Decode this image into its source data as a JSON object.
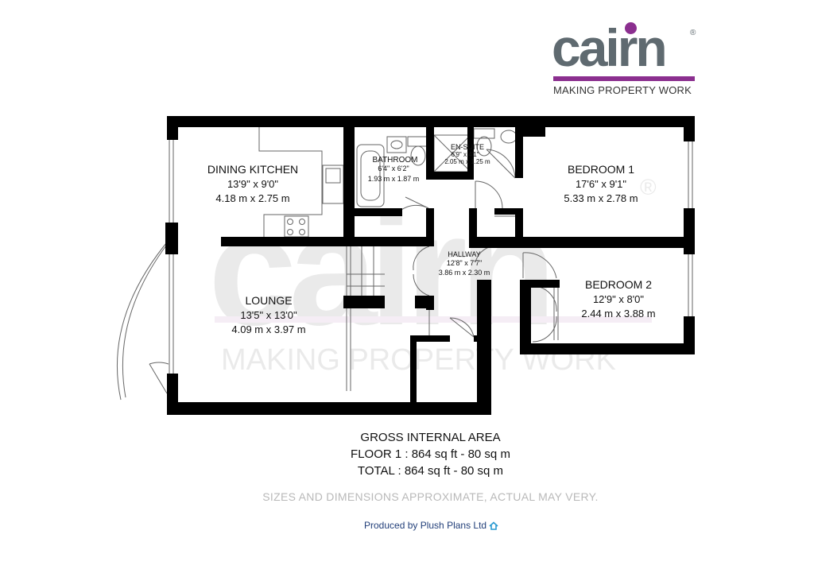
{
  "brand": {
    "logo_text": "cairn",
    "registered": "®",
    "tagline": "MAKING PROPERTY WORK",
    "purple": "#8b2f8f",
    "grey": "#5f6a70"
  },
  "watermark": {
    "logo_text": "cairn",
    "registered": "®",
    "tagline": "MAKING PROPERTY WORK"
  },
  "rooms": {
    "dining_kitchen": {
      "name": "DINING KITCHEN",
      "imperial": "13'9\" x 9'0\"",
      "metric": "4.18 m x 2.75 m"
    },
    "bathroom": {
      "name": "BATHROOM",
      "imperial": "6'4\" x 6'2\"",
      "metric": "1.93 m x 1.87 m"
    },
    "en_suite": {
      "name": "EN-SUITE",
      "imperial": "6'9\" x 4'1\"",
      "metric": "2.05 m x 1.25 m"
    },
    "bedroom1": {
      "name": "BEDROOM 1",
      "imperial": "17'6\" x 9'1\"",
      "metric": "5.33 m x 2.78 m"
    },
    "hallway": {
      "name": "HALLWAY",
      "imperial": "12'8\" x 7'7\"",
      "metric": "3.86 m x 2.30 m"
    },
    "bedroom2": {
      "name": "BEDROOM 2",
      "imperial": "12'9\" x 8'0\"",
      "metric": "2.44 m x 3.88 m"
    },
    "lounge": {
      "name": "LOUNGE",
      "imperial": "13'5\" x 13'0\"",
      "metric": "4.09 m x 3.97 m"
    }
  },
  "area": {
    "title": "GROSS INTERNAL AREA",
    "floor": "FLOOR 1 : 864 sq ft - 80 sq m",
    "total": "TOTAL : 864 sq ft - 80 sq m"
  },
  "disclaimer": "SIZES AND DIMENSIONS APPROXIMATE, ACTUAL MAY VERY.",
  "produced_by": "Produced by Plush Plans Ltd",
  "icons": {
    "house": "house-icon"
  }
}
